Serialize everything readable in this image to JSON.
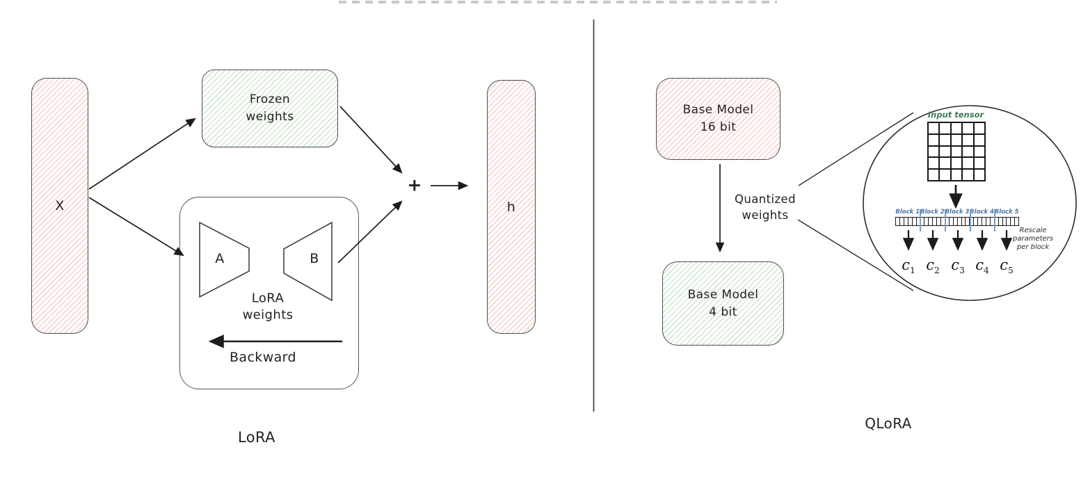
{
  "diagram": {
    "left": {
      "title": "LoRA",
      "input_label": "X",
      "frozen_lines": [
        "Frozen",
        "weights"
      ],
      "adapter_a": "A",
      "adapter_b": "B",
      "adapter_lines": [
        "LoRA",
        "weights"
      ],
      "backward_label": "Backward",
      "plus_label": "+",
      "output_label": "h"
    },
    "right": {
      "title": "QLoRA",
      "base16_lines": [
        "Base Model",
        "16 bit"
      ],
      "quantized_lines": [
        "Quantized",
        "weights"
      ],
      "base4_lines": [
        "Base Model",
        "4 bit"
      ],
      "magnifier": {
        "input_tensor_label": "Input tensor",
        "grid_rows": 5,
        "grid_cols": 5,
        "block_labels": [
          "Block 1",
          "Block 2",
          "Block 3",
          "Block 4",
          "Block 5"
        ],
        "cells_per_block": 6,
        "rescale_lines": [
          "Rescale",
          "parameters",
          "per block"
        ],
        "constants": [
          {
            "base": "c",
            "sub": "1"
          },
          {
            "base": "c",
            "sub": "2"
          },
          {
            "base": "c",
            "sub": "3"
          },
          {
            "base": "c",
            "sub": "4"
          },
          {
            "base": "c",
            "sub": "5"
          }
        ]
      }
    },
    "colors": {
      "pink_hatch": "#f5d6d2",
      "green_hatch": "#d3e9d3",
      "box_border": "#4d4d4d",
      "line": "#1c1c1c",
      "input_tensor_green": "#3c7a55",
      "block_blue": "#4e76a3",
      "divider": "#3f3f3f"
    }
  }
}
